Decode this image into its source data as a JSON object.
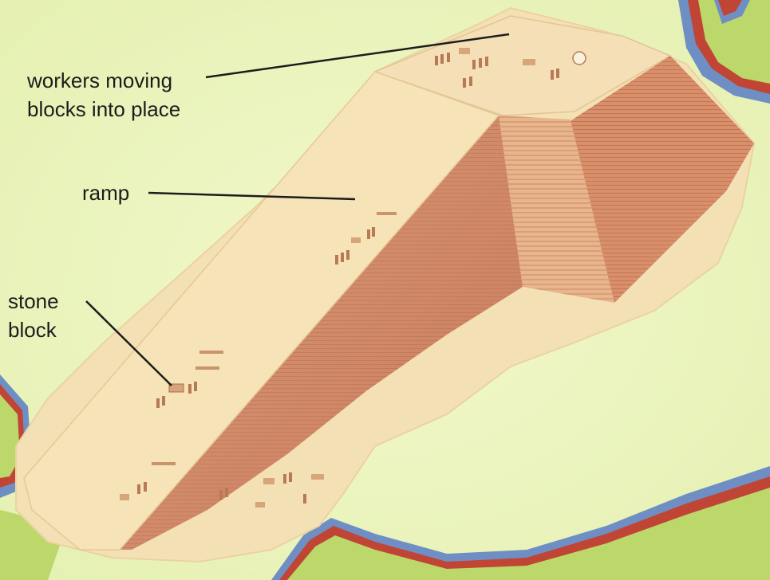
{
  "diagram": {
    "subject": "ramp",
    "labels": {
      "workers": "workers moving\nblocks into place",
      "ramp": "ramp",
      "stone_block": "stone\nblock"
    },
    "colors": {
      "background": "#e9f3b8",
      "ground": "#f3e0b4",
      "ramp_top": "#f6e3b8",
      "ramp_side": "#cf8a6a",
      "pyramid_front": "#e8b58c",
      "pyramid_side": "#d88f6a",
      "river_red": "#c04535",
      "river_blue": "#6f8fc4",
      "field_green": "#bcd86a",
      "leader_line": "#1c1c1c"
    }
  }
}
